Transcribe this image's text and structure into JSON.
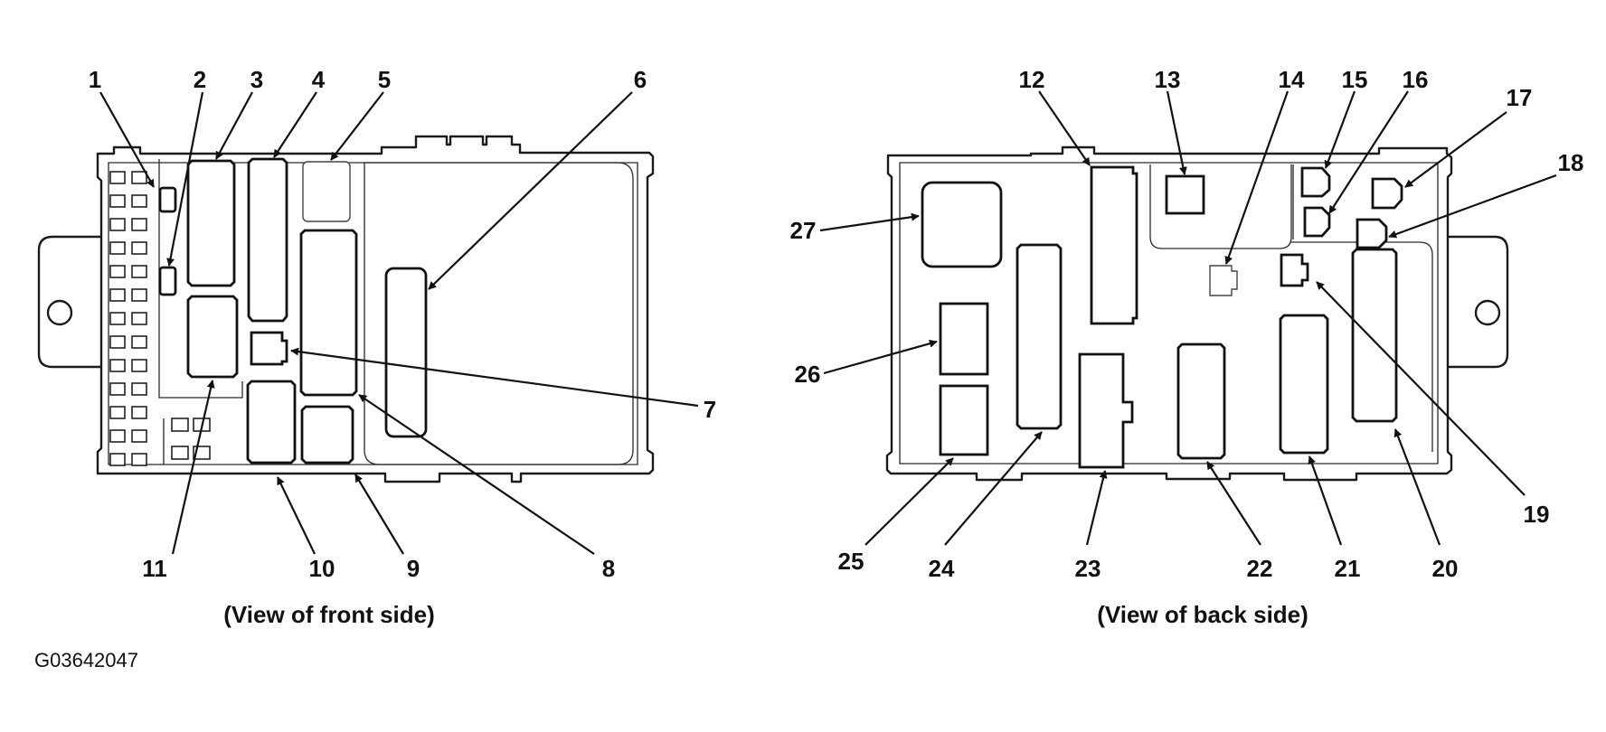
{
  "front_view": {
    "caption": "(View of front side)",
    "callouts": [
      "1",
      "2",
      "3",
      "4",
      "5",
      "6",
      "7",
      "8",
      "9",
      "10",
      "11"
    ]
  },
  "back_view": {
    "caption": "(View of back side)",
    "callouts": [
      "12",
      "13",
      "14",
      "15",
      "16",
      "17",
      "18",
      "19",
      "20",
      "21",
      "22",
      "23",
      "24",
      "25",
      "26",
      "27"
    ]
  },
  "figure_code": "G03642047",
  "colors": {
    "line": "#111111",
    "background": "#ffffff"
  }
}
